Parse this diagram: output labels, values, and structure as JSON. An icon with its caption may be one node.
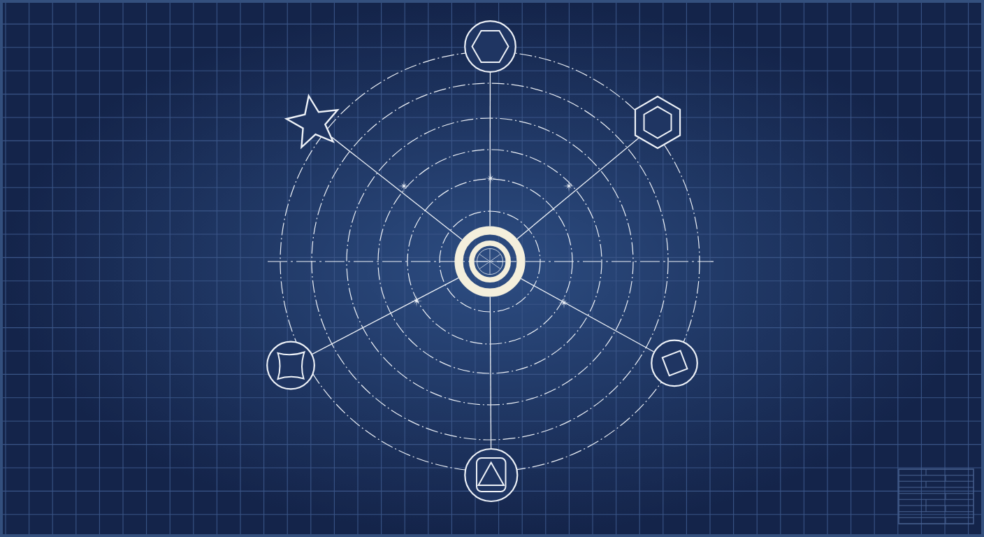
{
  "diagram": {
    "nodes": [
      {
        "text": [],
        "shape": "circle"
      },
      {
        "text": [],
        "shape": "star"
      },
      {
        "text": [],
        "shape": "hexagon"
      },
      {
        "text": [],
        "shape": "circle"
      },
      {
        "text": [],
        "shape": "circle"
      },
      {
        "text": [],
        "shape": "circle"
      },
      {
        "text": [],
        "shape": "circle"
      }
    ],
    "edges": [
      {
        "from": 3,
        "to": 0,
        "arrow": "none"
      },
      {
        "from": 3,
        "to": 1,
        "arrow": "none"
      },
      {
        "from": 3,
        "to": 2,
        "arrow": "none"
      },
      {
        "from": 3,
        "to": 4,
        "arrow": "none"
      },
      {
        "from": 3,
        "to": 5,
        "arrow": "none"
      },
      {
        "from": 3,
        "to": 6,
        "arrow": "none"
      }
    ]
  }
}
